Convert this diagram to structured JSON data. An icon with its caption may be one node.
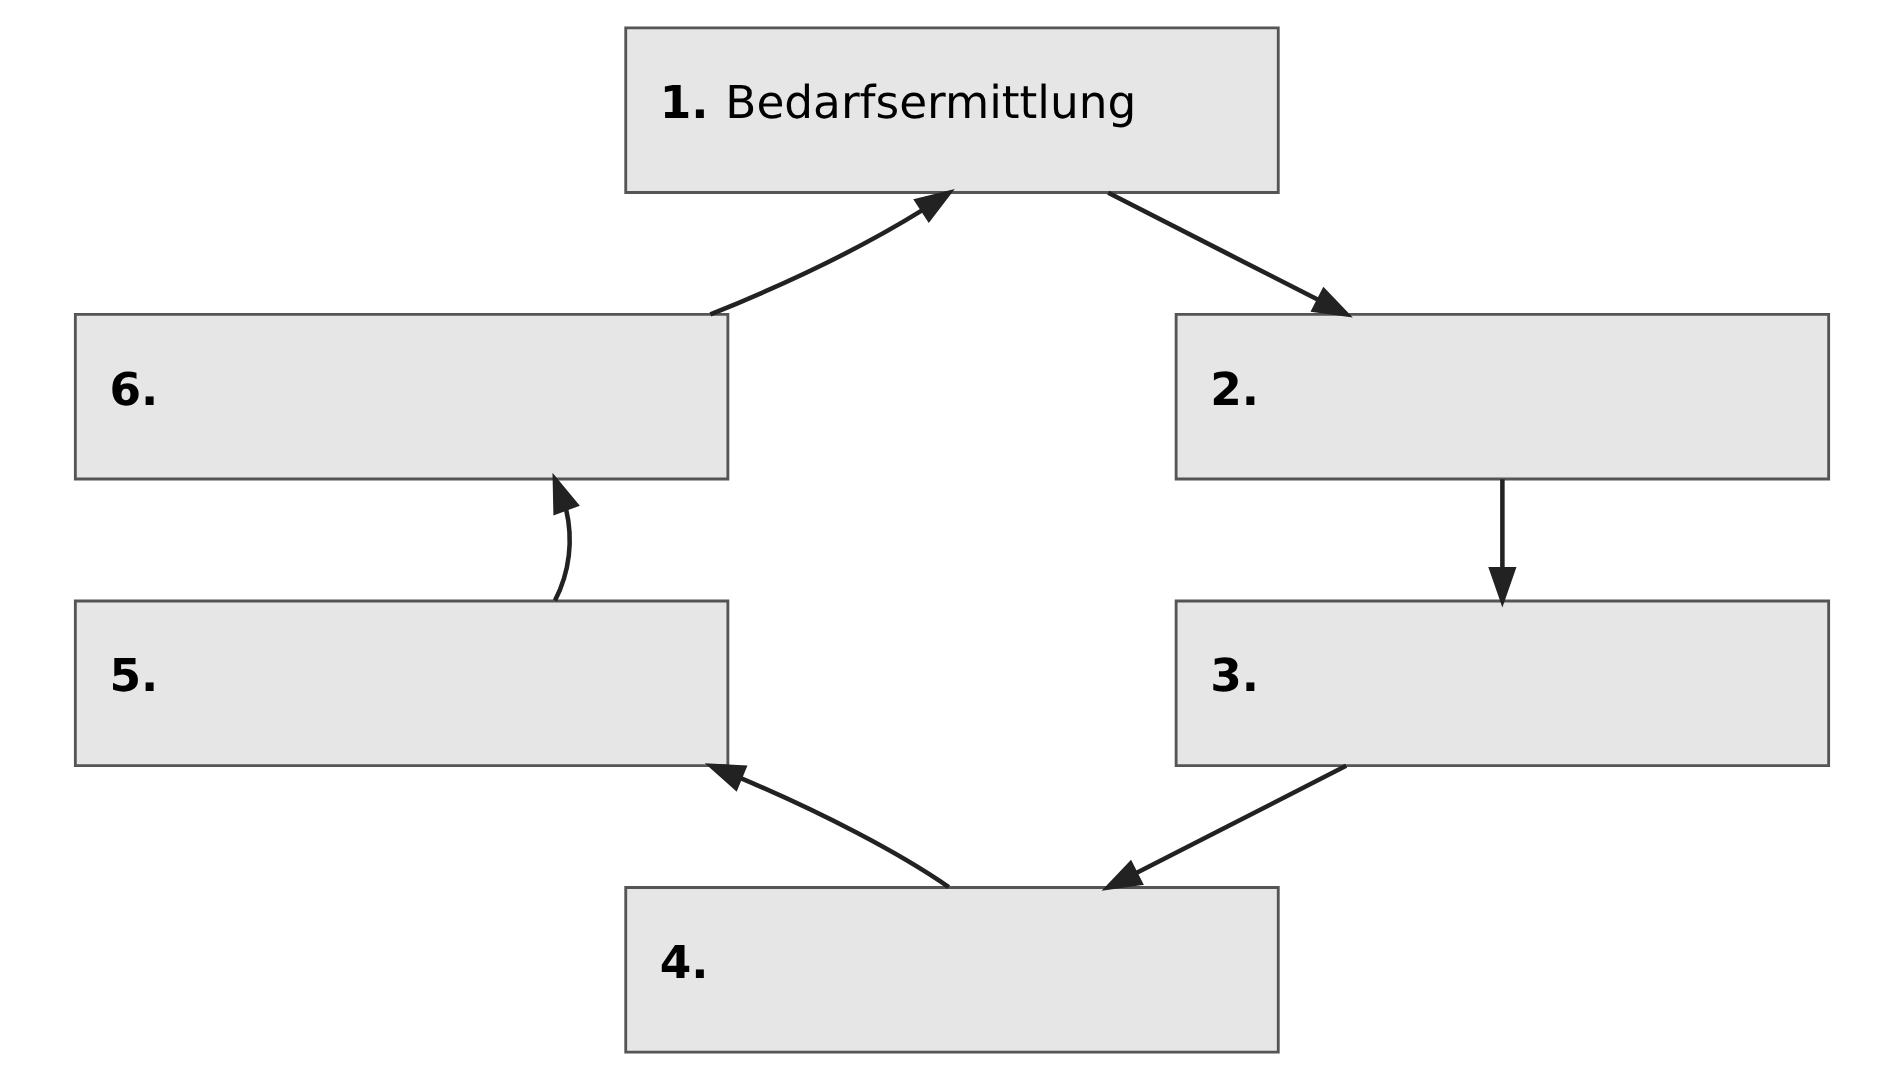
{
  "diagram": {
    "nodes": [
      {
        "text": [
          "**1.** Bedarfsermittlung"
        ]
      },
      {
        "text": [
          "2."
        ]
      },
      {
        "text": [
          "3."
        ]
      },
      {
        "text": [
          "4."
        ]
      },
      {
        "text": [
          "5."
        ]
      },
      {
        "text": [
          "6."
        ]
      }
    ],
    "edges": [
      {
        "from": 0,
        "to": 1,
        "arrow": "to"
      },
      {
        "from": 1,
        "to": 2,
        "arrow": "to"
      },
      {
        "from": 2,
        "to": 3,
        "arrow": "to"
      },
      {
        "from": 3,
        "to": 4,
        "arrow": "to"
      },
      {
        "from": 4,
        "to": 5,
        "arrow": "to"
      },
      {
        "from": 5,
        "to": 0,
        "arrow": "to"
      }
    ]
  }
}
